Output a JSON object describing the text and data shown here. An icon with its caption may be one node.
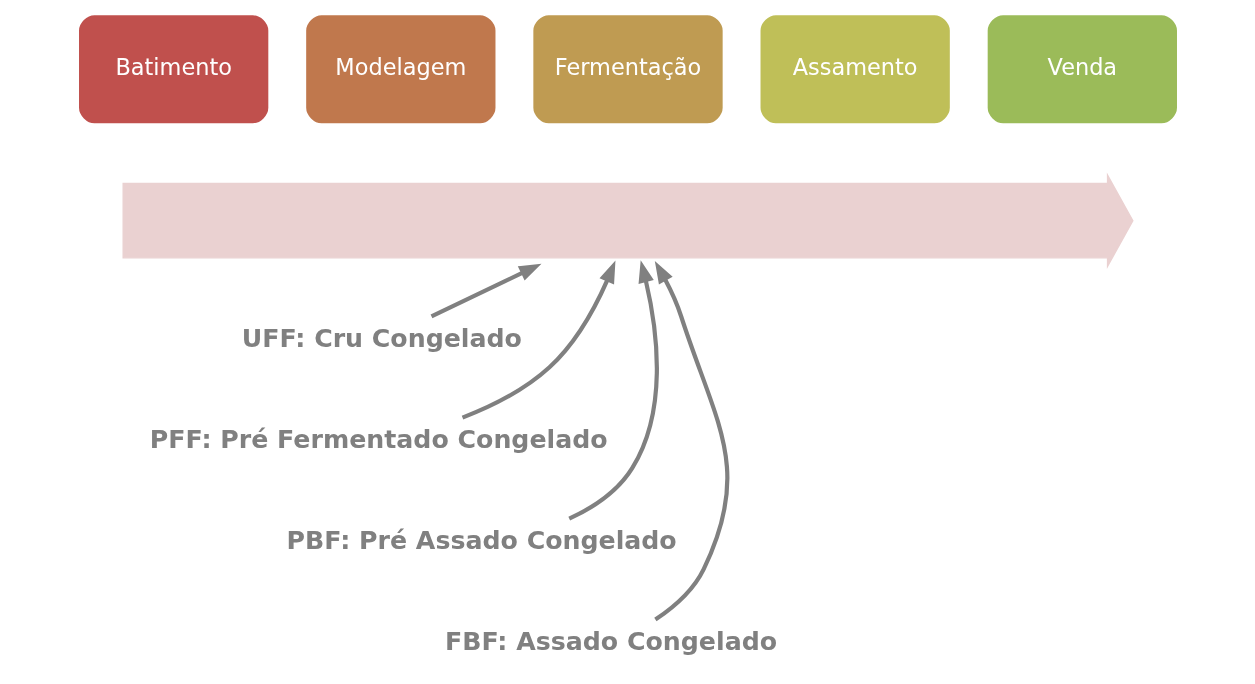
{
  "diagram": {
    "nodes": [
      {
        "text": [
          "Batimento"
        ]
      },
      {
        "text": [
          "Modelagem"
        ]
      },
      {
        "text": [
          "Fermentação"
        ]
      },
      {
        "text": [
          "Assamento"
        ]
      },
      {
        "text": [
          "Venda"
        ]
      },
      {
        "text": [],
        "shape": "arrow"
      },
      {
        "text": [
          "UFF: Cru Congelado"
        ]
      },
      {
        "text": [
          "PFF: Pré Fermentado Congelado"
        ]
      },
      {
        "text": [
          "PBF: Pré Assado Congelado"
        ]
      },
      {
        "text": [
          "FBF: Assado Congelado"
        ]
      }
    ],
    "edges": [
      {
        "from": 6,
        "to": 5,
        "arrow": "to"
      },
      {
        "from": 7,
        "to": 5,
        "arrow": "to"
      },
      {
        "from": 8,
        "to": 5,
        "arrow": "to"
      },
      {
        "from": 9,
        "to": 5,
        "arrow": "to"
      }
    ]
  }
}
